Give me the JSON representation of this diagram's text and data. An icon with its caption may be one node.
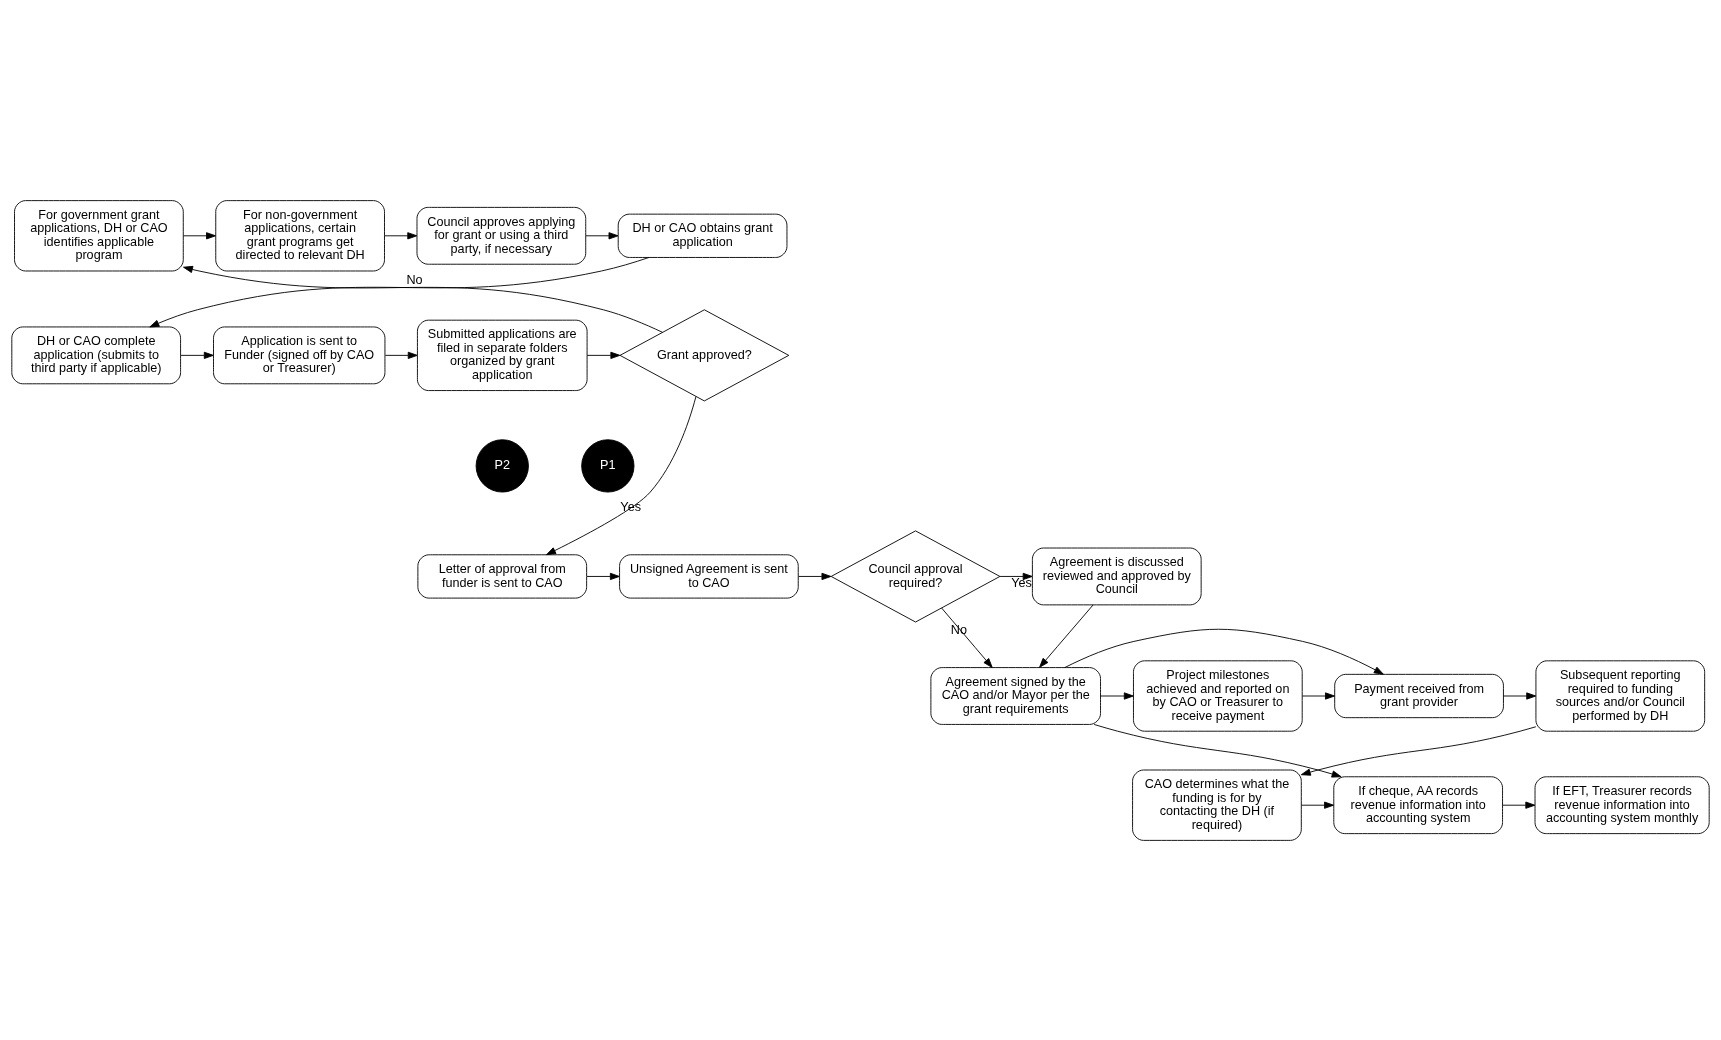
{
  "diagram": {
    "nodes": [
      {
        "text": [
          "For government grant applications, DH or CAO identifies applicable program"
        ]
      },
      {
        "text": [
          "For non-government applications, certain grant programs get directed to relevant DH"
        ]
      },
      {
        "text": [
          "Council approves applying for grant or using a third party, if necessary"
        ]
      },
      {
        "text": [
          "DH or CAO obtains grant application"
        ]
      },
      {
        "text": [
          "DH or CAO complete application (submits to third party if applicable)"
        ]
      },
      {
        "text": [
          "Application is sent to Funder (signed off by CAO or Treasurer)"
        ]
      },
      {
        "text": [
          "Submitted applications are filed in separate folders organized by grant application"
        ]
      },
      {
        "text": [
          "Grant approved?"
        ]
      },
      {
        "text": [
          "P2"
        ]
      },
      {
        "text": [
          "P1"
        ]
      },
      {
        "text": [
          "Letter of approval from funder is sent to CAO"
        ]
      },
      {
        "text": [
          "Unsigned Agreement is sent to CAO"
        ]
      },
      {
        "text": [
          "Council approval required?"
        ]
      },
      {
        "text": [
          "Agreement is discussed reviewed and approved by Council"
        ]
      },
      {
        "text": [
          "Agreement signed by the CAO and/or Mayor per the grant requirements"
        ]
      },
      {
        "text": [
          "Project milestones achieved and reported on by CAO or Treasurer to receive payment"
        ]
      },
      {
        "text": [
          "Payment received from grant provider"
        ]
      },
      {
        "text": [
          "Subsequent reporting required to funding sources and/or Council performed by DH"
        ]
      },
      {
        "text": [
          "CAO determines what the funding is for by contacting the DH (if required)"
        ]
      },
      {
        "text": [
          "If cheque, AA records revenue information into accounting system"
        ]
      },
      {
        "text": [
          "If EFT, Treasurer records revenue information into accounting system monthly"
        ]
      }
    ],
    "edges": [
      {
        "from": 0,
        "to": 1,
        "arrow": "to"
      },
      {
        "from": 1,
        "to": 2,
        "arrow": "to"
      },
      {
        "from": 2,
        "to": 3,
        "arrow": "to"
      },
      {
        "from": 3,
        "to": 4,
        "arrow": "to"
      },
      {
        "from": 4,
        "to": 5,
        "arrow": "to"
      },
      {
        "from": 5,
        "to": 6,
        "arrow": "to"
      },
      {
        "from": 6,
        "to": 7,
        "arrow": "to"
      },
      {
        "from": 7,
        "to": 0,
        "arrow": "to",
        "label": "No"
      },
      {
        "from": 7,
        "to": 10,
        "arrow": "to",
        "label": "Yes"
      },
      {
        "from": 10,
        "to": 11,
        "arrow": "to"
      },
      {
        "from": 11,
        "to": 12,
        "arrow": "to"
      },
      {
        "from": 12,
        "to": 13,
        "arrow": "to",
        "label": "Yes"
      },
      {
        "from": 12,
        "to": 14,
        "arrow": "to",
        "label": "No"
      },
      {
        "from": 13,
        "to": 14,
        "arrow": "to"
      },
      {
        "from": 14,
        "to": 15,
        "arrow": "to"
      },
      {
        "from": 15,
        "to": 16,
        "arrow": "to"
      },
      {
        "from": 16,
        "to": 17,
        "arrow": "to"
      },
      {
        "from": 17,
        "to": 18,
        "arrow": "to"
      },
      {
        "from": 18,
        "to": 19,
        "arrow": "to"
      },
      {
        "from": 19,
        "to": 20,
        "arrow": "to"
      },
      {
        "from": 14,
        "to": 16,
        "arrow": "to"
      },
      {
        "from": 14,
        "to": 19,
        "arrow": "to"
      }
    ]
  }
}
